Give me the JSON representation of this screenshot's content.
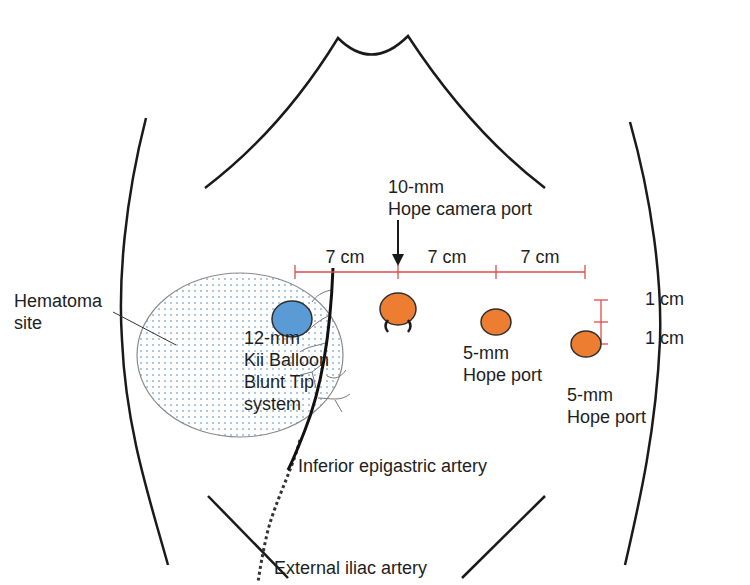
{
  "diagram": {
    "labels": [
      "10-mm Hope camera port",
      "7 cm",
      "7 cm",
      "7 cm",
      "Hematoma site",
      "12-mm Kii Balloon Blunt Tip system",
      "1 cm",
      "1 cm",
      "5-mm Hope port",
      "5-mm Hope port",
      "Inferior epigastric artery",
      "External iliac artery"
    ]
  }
}
